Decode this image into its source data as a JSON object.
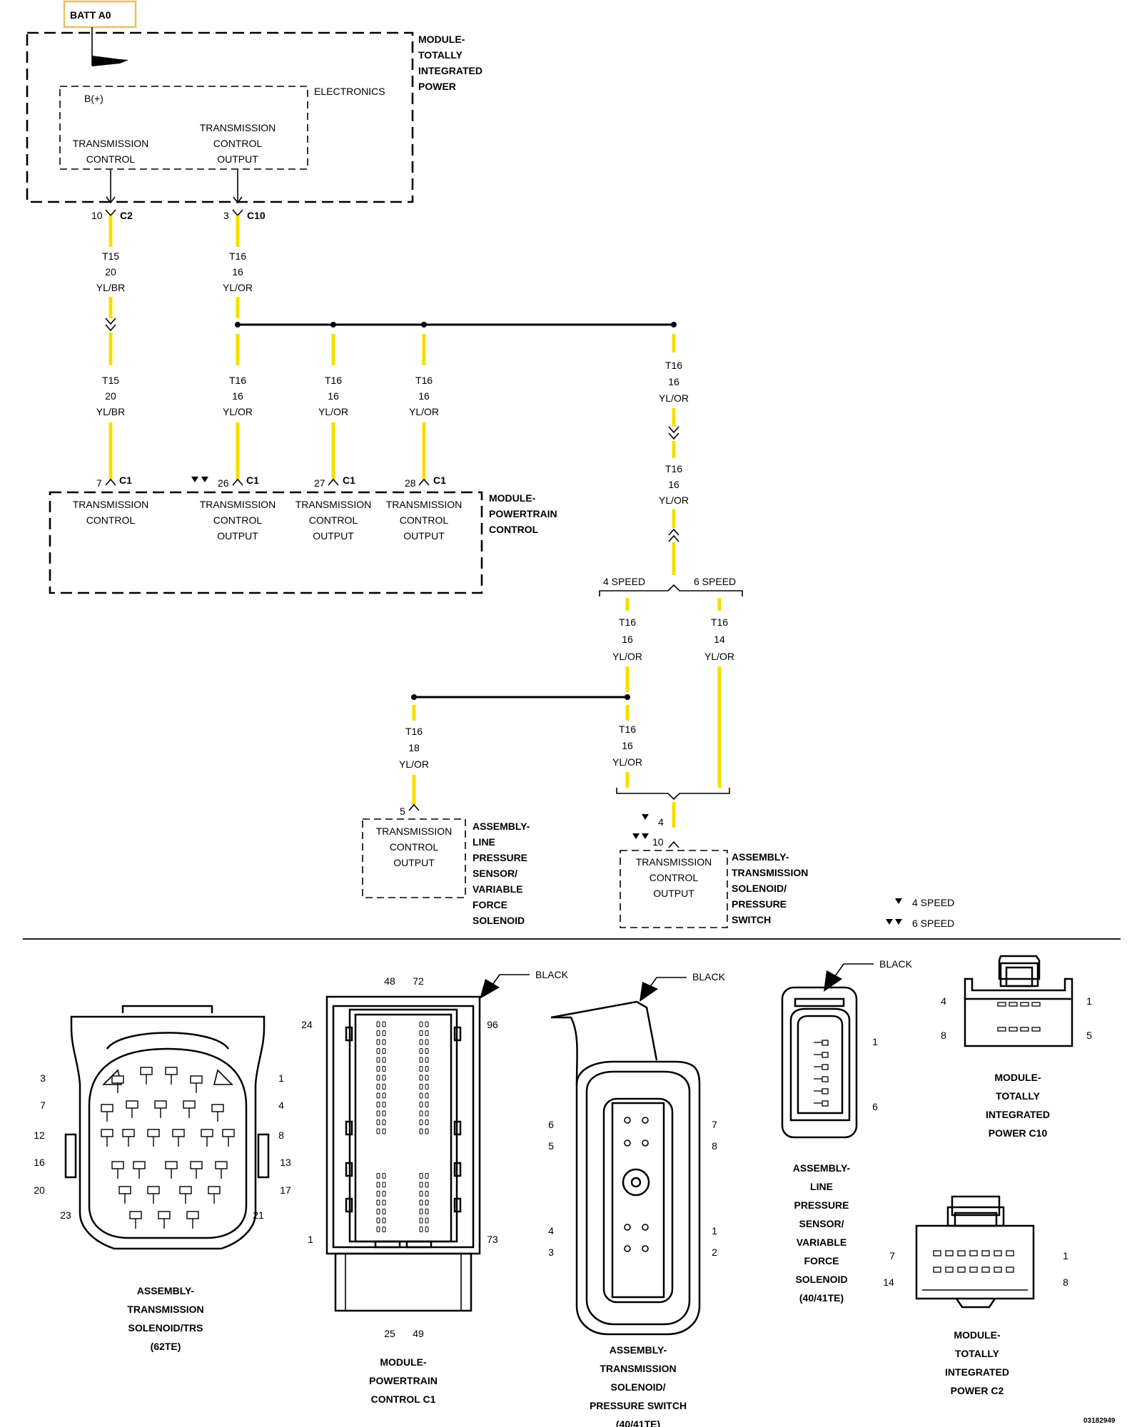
{
  "batt": "BATT A0",
  "tipm": {
    "title": [
      "MODULE-",
      "TOTALLY",
      "INTEGRATED",
      "POWER"
    ],
    "electronics": "ELECTRONICS",
    "bplus": "B(+)",
    "out1": [
      "TRANSMISSION",
      "CONTROL"
    ],
    "out2": [
      "TRANSMISSION",
      "CONTROL",
      "OUTPUT"
    ],
    "c2_pin": "10",
    "c2_conn": "C2",
    "c10_pin": "3",
    "c10_conn": "C10"
  },
  "wires": {
    "t15_upper": [
      "T15",
      "20",
      "YL/BR"
    ],
    "t16_upper": [
      "T16",
      "16",
      "YL/OR"
    ],
    "t15_lower": [
      "T15",
      "20",
      "YL/BR"
    ],
    "t16_b1": [
      "T16",
      "16",
      "YL/OR"
    ],
    "t16_b2": [
      "T16",
      "16",
      "YL/OR"
    ],
    "t16_b3": [
      "T16",
      "16",
      "YL/OR"
    ],
    "t16_right1": [
      "T16",
      "16",
      "YL/OR"
    ],
    "t16_right2": [
      "T16",
      "16",
      "YL/OR"
    ],
    "t16_4spd": [
      "T16",
      "16",
      "YL/OR"
    ],
    "t16_6spd": [
      "T16",
      "14",
      "YL/OR"
    ],
    "t16_lps": [
      "T16",
      "18",
      "YL/OR"
    ],
    "t16_tss": [
      "T16",
      "16",
      "YL/OR"
    ]
  },
  "pcm": {
    "title": [
      "MODULE-",
      "POWERTRAIN",
      "CONTROL"
    ],
    "pins": [
      {
        "pin": "7",
        "conn": "C1",
        "label": [
          "TRANSMISSION",
          "CONTROL"
        ]
      },
      {
        "pin": "26",
        "conn": "C1",
        "label": [
          "TRANSMISSION",
          "CONTROL",
          "OUTPUT"
        ]
      },
      {
        "pin": "27",
        "conn": "C1",
        "label": [
          "TRANSMISSION",
          "CONTROL",
          "OUTPUT"
        ]
      },
      {
        "pin": "28",
        "conn": "C1",
        "label": [
          "TRANSMISSION",
          "CONTROL",
          "OUTPUT"
        ]
      }
    ]
  },
  "speed_split": {
    "left": "4 SPEED",
    "right": "6 SPEED"
  },
  "lps": {
    "pin": "5",
    "label": [
      "TRANSMISSION",
      "CONTROL",
      "OUTPUT"
    ],
    "title": [
      "ASSEMBLY-",
      "LINE",
      "PRESSURE",
      "SENSOR/",
      "VARIABLE",
      "FORCE",
      "SOLENOID"
    ]
  },
  "tss": {
    "pin4": "4",
    "pin10": "10",
    "label": [
      "TRANSMISSION",
      "CONTROL",
      "OUTPUT"
    ],
    "title": [
      "ASSEMBLY-",
      "TRANSMISSION",
      "SOLENOID/",
      "PRESSURE",
      "SWITCH"
    ]
  },
  "legend": {
    "one": "4 SPEED",
    "two": "6 SPEED"
  },
  "connectors": {
    "trs": {
      "pins_left": [
        "3",
        "7",
        "12",
        "16",
        "20",
        "23"
      ],
      "pins_right": [
        "1",
        "4",
        "8",
        "13",
        "17",
        "21"
      ],
      "title": [
        "ASSEMBLY-",
        "TRANSMISSION",
        "SOLENOID/TRS",
        "(62TE)"
      ]
    },
    "pcm_c1": {
      "top": [
        "48",
        "72"
      ],
      "left_top": "24",
      "right_top": "96",
      "left_bottom": "1",
      "right_bottom": "73",
      "bottom": [
        "25",
        "49"
      ],
      "color": "BLACK",
      "title": [
        "MODULE-",
        "POWERTRAIN",
        "CONTROL C1"
      ]
    },
    "tsps": {
      "color": "BLACK",
      "left": [
        "6",
        "5",
        "4",
        "3"
      ],
      "right": [
        "7",
        "8",
        "1",
        "2"
      ],
      "title": [
        "ASSEMBLY-",
        "TRANSMISSION",
        "SOLENOID/",
        "PRESSURE SWITCH",
        "(40/41TE)"
      ]
    },
    "lps_conn": {
      "color": "BLACK",
      "pins": [
        "1",
        "6"
      ],
      "title": [
        "ASSEMBLY-",
        "LINE",
        "PRESSURE",
        "SENSOR/",
        "VARIABLE",
        "FORCE",
        "SOLENOID",
        "(40/41TE)"
      ]
    },
    "tipm_c10": {
      "pins": [
        "4",
        "1",
        "8",
        "5"
      ],
      "title": [
        "MODULE-",
        "TOTALLY",
        "INTEGRATED",
        "POWER C10"
      ]
    },
    "tipm_c2": {
      "pins": [
        "7",
        "1",
        "14",
        "8"
      ],
      "title": [
        "MODULE-",
        "TOTALLY",
        "INTEGRATED",
        "POWER C2"
      ]
    }
  },
  "figure_id": "03182949",
  "colors": {
    "wire": "#f4e000",
    "batt_border": "#e8c060"
  }
}
